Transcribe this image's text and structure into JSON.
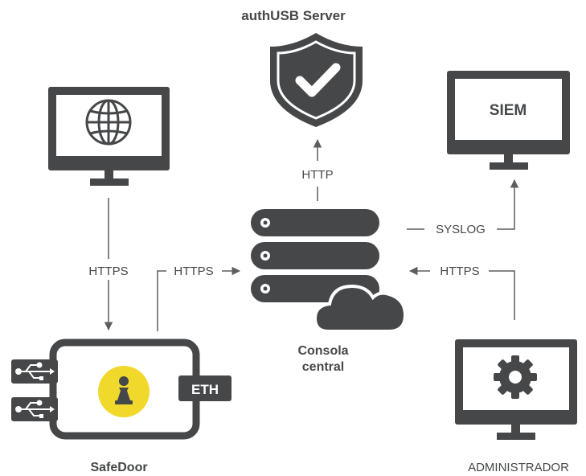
{
  "colors": {
    "dark": "#454749",
    "line": "#5c5e60",
    "accent": "#f1d92c",
    "white": "#ffffff"
  },
  "nodes": {
    "server_title": "authUSB Server",
    "siem_label": "SIEM",
    "console_line1": "Consola",
    "console_line2": "central",
    "safedoor_label": "SafeDoor",
    "eth_label": "ETH",
    "admin_label": "ADMINISTRADOR"
  },
  "edges": {
    "http": "HTTP",
    "syslog": "SYSLOG",
    "https_left": "HTTPS",
    "https_mid": "HTTPS",
    "https_right": "HTTPS"
  },
  "icons": {
    "shield": "shield-check-icon",
    "globe": "globe-icon",
    "gear": "gear-icon",
    "usb": "usb-icon",
    "chess": "chess-pawn-icon",
    "cloud": "cloud-icon",
    "server": "server-stack-icon"
  }
}
